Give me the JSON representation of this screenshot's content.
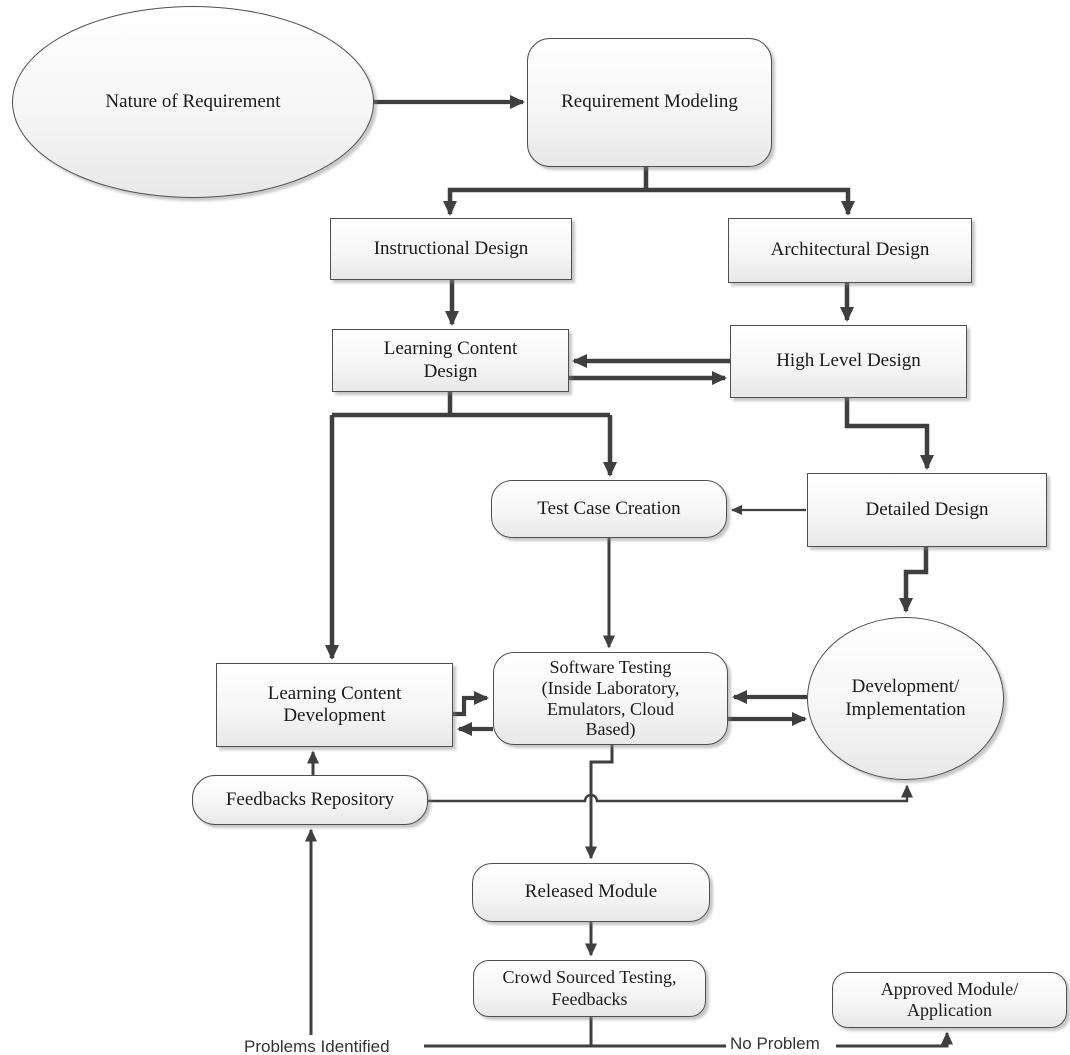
{
  "diagram": {
    "type": "flowchart",
    "description_visible": false
  },
  "nodes": {
    "nature_of_requirement": {
      "label": "Nature of Requirement",
      "shape": "ellipse"
    },
    "requirement_modeling": {
      "label": "Requirement Modeling",
      "shape": "rounded-rect"
    },
    "instructional_design": {
      "label": "Instructional Design",
      "shape": "rect"
    },
    "architectural_design": {
      "label": "Architectural Design",
      "shape": "rect"
    },
    "learning_content_design": {
      "label": "Learning Content\nDesign",
      "shape": "rect"
    },
    "high_level_design": {
      "label": "High Level Design",
      "shape": "rect"
    },
    "test_case_creation": {
      "label": "Test Case Creation",
      "shape": "rounded-rect"
    },
    "detailed_design": {
      "label": "Detailed Design",
      "shape": "rect"
    },
    "learning_content_development": {
      "label": "Learning Content\nDevelopment",
      "shape": "rect"
    },
    "software_testing": {
      "label": "Software Testing\n(Inside Laboratory,\nEmulators, Cloud\nBased)",
      "shape": "rounded-rect"
    },
    "development_implementation": {
      "label": "Development/\nImplementation",
      "shape": "circle"
    },
    "feedbacks_repository": {
      "label": "Feedbacks Repository",
      "shape": "rounded-rect"
    },
    "released_module": {
      "label": "Released Module",
      "shape": "rounded-rect"
    },
    "crowd_sourced_testing_feedbacks": {
      "label": "Crowd Sourced Testing,\nFeedbacks",
      "shape": "rounded-rect"
    },
    "approved_module_application": {
      "label": "Approved Module/\nApplication",
      "shape": "rounded-rect"
    }
  },
  "edge_labels": {
    "problems_identified": "Problems Identified",
    "no_problem": "No Problem"
  },
  "colors": {
    "connector": "#3f3f3f",
    "node_border": "#4f4f4f",
    "node_fill_top": "#ffffff",
    "node_fill_bottom": "#e8e8e8",
    "node_text": "#1a1a1a",
    "edge_label_text": "#333333",
    "background": "#ffffff"
  }
}
